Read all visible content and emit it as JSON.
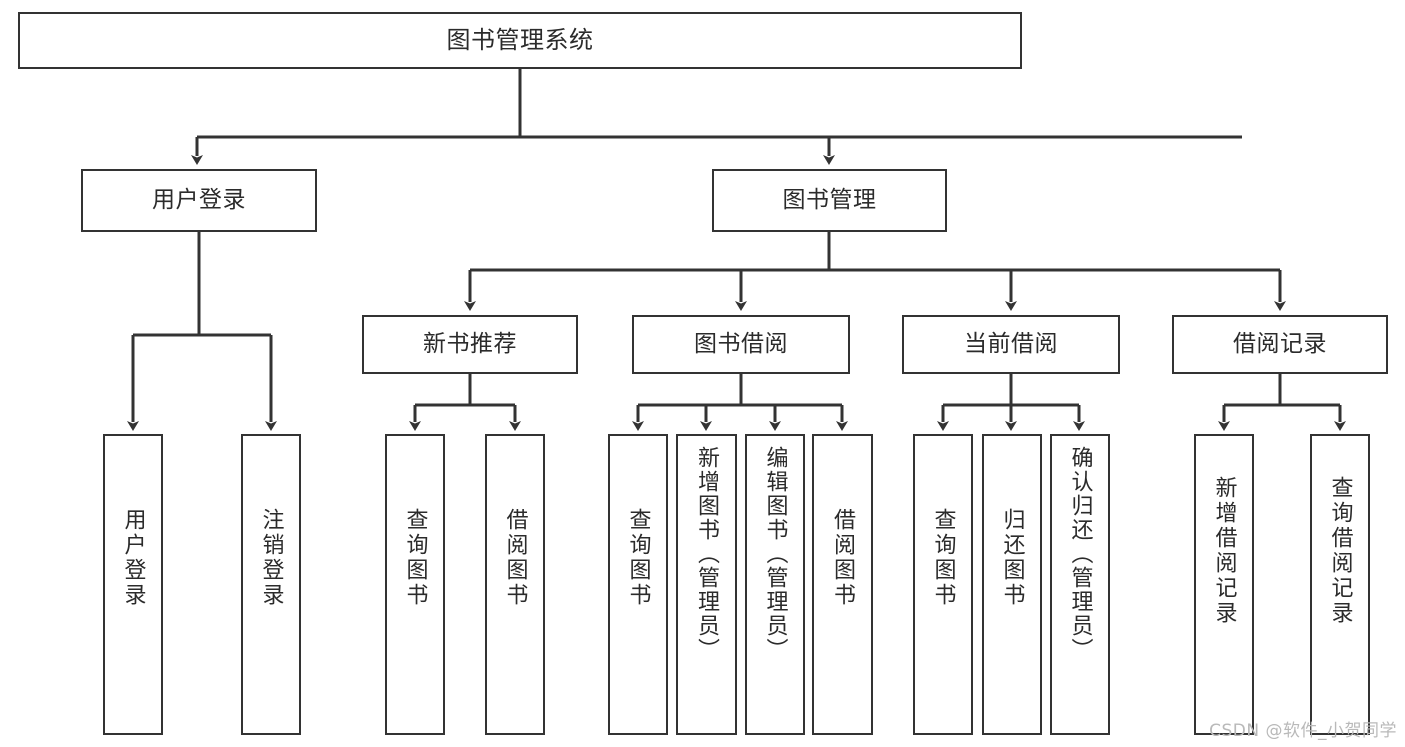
{
  "diagram": {
    "type": "tree-hierarchy",
    "title": "图书管理系统",
    "root": {
      "label": "图书管理系统"
    },
    "level2": [
      {
        "label": "用户登录"
      },
      {
        "label": "图书管理"
      }
    ],
    "level3": [
      {
        "label": "新书推荐"
      },
      {
        "label": "图书借阅"
      },
      {
        "label": "当前借阅"
      },
      {
        "label": "借阅记录"
      }
    ],
    "leaves": {
      "user_login": [
        {
          "label": "用户登录"
        },
        {
          "label": "注销登录"
        }
      ],
      "new_book_recommend": [
        {
          "label": "查询图书"
        },
        {
          "label": "借阅图书"
        }
      ],
      "book_borrow": [
        {
          "label": "查询图书"
        },
        {
          "label": "新增图书（管理员）"
        },
        {
          "label": "编辑图书（管理员）"
        },
        {
          "label": "借阅图书"
        }
      ],
      "current_borrow": [
        {
          "label": "查询图书"
        },
        {
          "label": "归还图书"
        },
        {
          "label": "确认归还（管理员）"
        }
      ],
      "borrow_record": [
        {
          "label": "新增借阅记录"
        },
        {
          "label": "查询借阅记录"
        }
      ]
    },
    "colors": {
      "background": "#ffffff",
      "border": "#333333",
      "text": "#2b2b2b",
      "line": "#333333",
      "watermark": "#b9b9b9"
    }
  },
  "watermark": {
    "text": "CSDN @软件_小贺同学"
  }
}
